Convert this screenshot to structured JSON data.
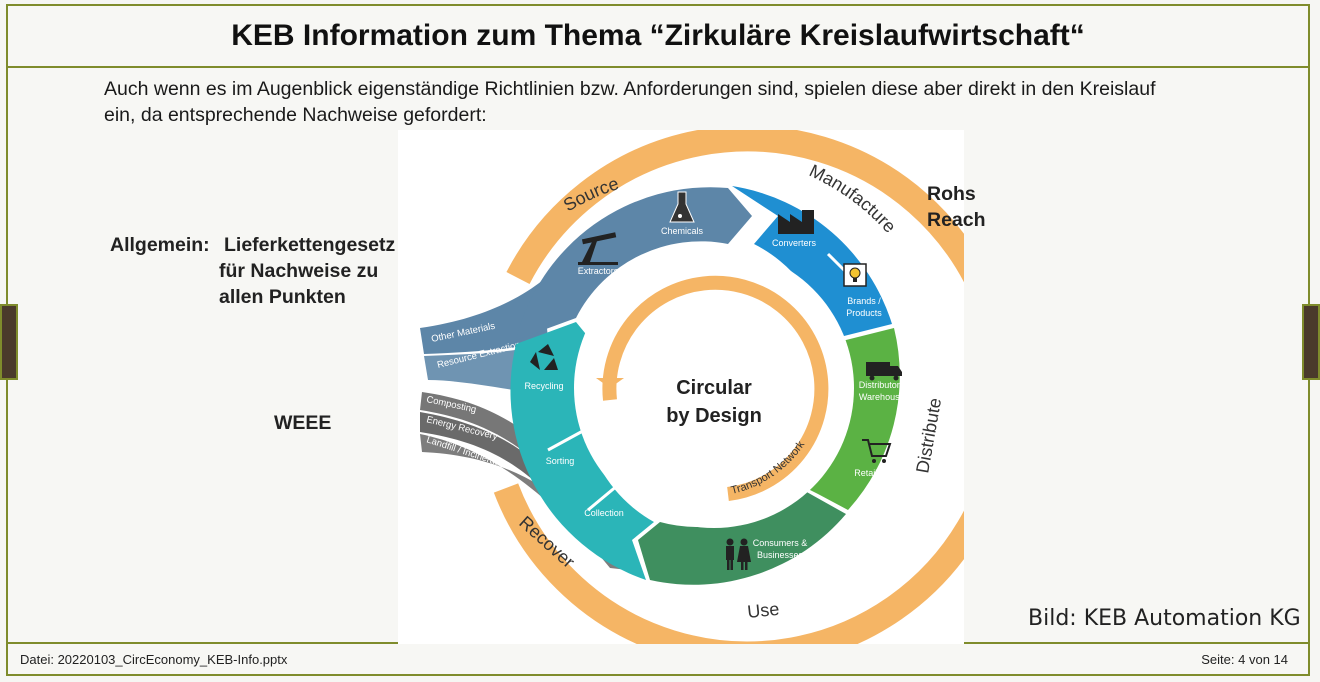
{
  "title": "KEB Information zum Thema “Zirkuläre Kreislaufwirtschaft“",
  "intro": "Auch wenn es im Augenblick eigenständige Richtlinien bzw. Anforderungen sind, spielen diese aber direkt in den Kreislauf ein, da entsprechende Nachweise gefordert:",
  "labels": {
    "allgemein_key": "Allgemein:",
    "allgemein_line1": "Lieferkettengesetz",
    "allgemein_line2": "für Nachweise zu",
    "allgemein_line3": "allen Punkten",
    "rohs": "Rohs",
    "reach": "Reach",
    "weee": "WEEE"
  },
  "diagram": {
    "center_line1": "Circular",
    "center_line2": "by Design",
    "transport": "Transport Network",
    "outer": {
      "source": "Source",
      "manufacture": "Manufacture",
      "distribute": "Distribute",
      "use": "Use",
      "recover": "Recover"
    },
    "segments": {
      "chemicals": "Chemicals",
      "extractors": "Extractors",
      "converters": "Converters",
      "brands_1": "Brands /",
      "brands_2": "Products",
      "distributors_1": "Distributors /",
      "distributors_2": "Warehouses",
      "retailers": "Retailers",
      "consumers_1": "Consumers &",
      "consumers_2": "Businesses",
      "collection": "Collection",
      "sorting": "Sorting",
      "recycling": "Recycling"
    },
    "inputs": {
      "other_materials": "Other Materials",
      "resource_extraction": "Resource Extraction"
    },
    "outputs": {
      "composting": "Composting",
      "energy_recovery": "Energy Recovery",
      "landfill": "Landfill / Incineration"
    },
    "colors": {
      "orange": "#f5b565",
      "slate": "#5d86a8",
      "blue": "#1f8fd2",
      "green": "#5bb244",
      "darkgreen": "#3f8f5f",
      "teal": "#2bb5b8",
      "grey": "#777777"
    }
  },
  "credit": "Bild: KEB Automation KG",
  "footer": {
    "file": "Datei: 20220103_CircEconomy_KEB-Info.pptx",
    "page": "Seite: 4 von 14"
  }
}
